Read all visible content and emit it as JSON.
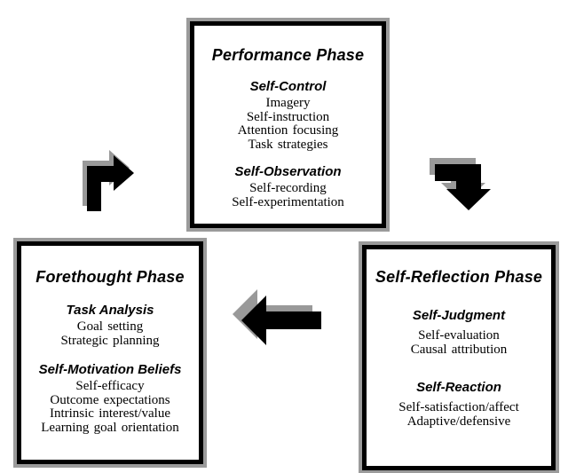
{
  "figure": {
    "background": "#ffffff",
    "colors": {
      "box_border": "#000000",
      "box_shadow_gray": "#9b9b9b",
      "arrow_fill": "#000000",
      "arrow_shadow_gray": "#999999",
      "text": "#000000"
    },
    "boxes": [
      {
        "id": "performance",
        "title": "Performance Phase",
        "sections": [
          {
            "heading": "Self-Control",
            "items": [
              "Imagery",
              "Self-instruction",
              "Attention focusing",
              "Task strategies"
            ]
          },
          {
            "heading": "Self-Observation",
            "items": [
              "Self-recording",
              "Self-experimentation"
            ]
          }
        ]
      },
      {
        "id": "forethought",
        "title": "Forethought Phase",
        "sections": [
          {
            "heading": "Task Analysis",
            "items": [
              "Goal setting",
              "Strategic planning"
            ]
          },
          {
            "heading": "Self-Motivation Beliefs",
            "items": [
              "Self-efficacy",
              "Outcome expectations",
              "Intrinsic interest/value",
              "Learning goal orientation"
            ]
          }
        ]
      },
      {
        "id": "self-reflection",
        "title": "Self-Reflection Phase",
        "sections": [
          {
            "heading": "Self-Judgment",
            "items": [
              "Self-evaluation",
              "Causal attribution"
            ]
          },
          {
            "heading": "Self-Reaction",
            "items": [
              "Self-satisfaction/affect",
              "Adaptive/defensive"
            ]
          }
        ]
      }
    ],
    "arrows": [
      {
        "name": "forethought-to-performance",
        "direction": "up-then-right"
      },
      {
        "name": "performance-to-self-reflection",
        "direction": "right-then-down"
      },
      {
        "name": "self-reflection-to-forethought",
        "direction": "left"
      }
    ]
  }
}
